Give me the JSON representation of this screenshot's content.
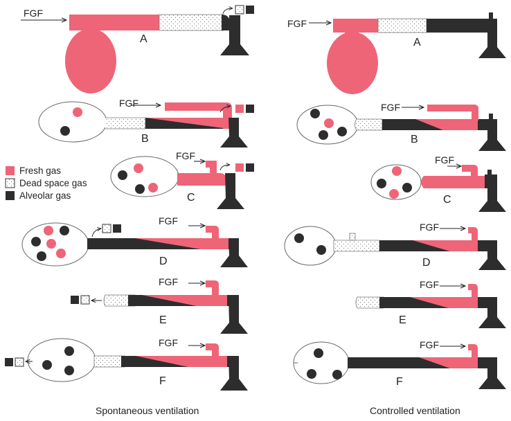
{
  "fgf_label": "FGF",
  "colors": {
    "fresh": "#ee6577",
    "alveolar": "#2d2d2d",
    "dead_space_fill": "#ffffff",
    "outline": "#555555"
  },
  "legend": {
    "items": [
      {
        "label": "Fresh gas",
        "icon": "fresh-gas-swatch"
      },
      {
        "label": "Dead space gas",
        "icon": "dead-space-gas-swatch"
      },
      {
        "label": "Alveolar gas",
        "icon": "alveolar-gas-swatch"
      }
    ]
  },
  "columns": [
    {
      "caption": "Spontaneous ventilation",
      "stages": [
        {
          "letter": "A"
        },
        {
          "letter": "B"
        },
        {
          "letter": "C"
        },
        {
          "letter": "D"
        },
        {
          "letter": "E"
        },
        {
          "letter": "F"
        }
      ]
    },
    {
      "caption": "Controlled ventilation",
      "stages": [
        {
          "letter": "A"
        },
        {
          "letter": "B"
        },
        {
          "letter": "C"
        },
        {
          "letter": "D"
        },
        {
          "letter": "E"
        },
        {
          "letter": "F"
        }
      ]
    }
  ]
}
